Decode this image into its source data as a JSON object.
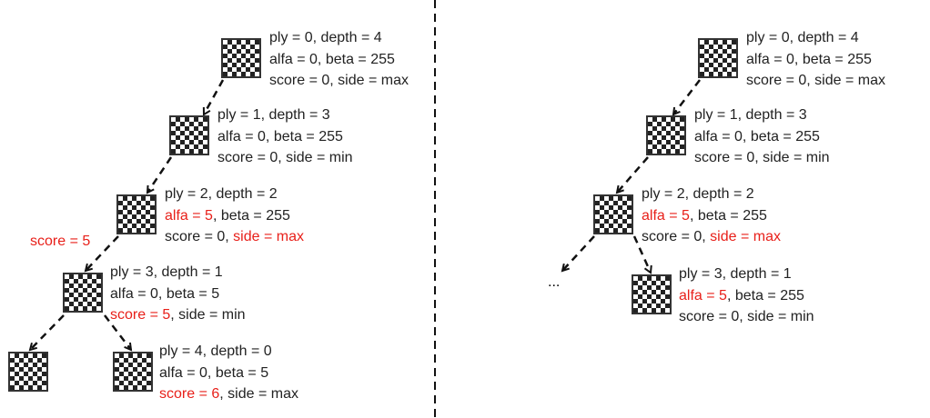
{
  "colors": {
    "highlight": "#e8201a",
    "text": "#222222"
  },
  "left_tree": {
    "nodes": [
      {
        "id": "l0",
        "lines": [
          [
            {
              "t": "ply = 0, depth = 4"
            }
          ],
          [
            {
              "t": "alfa = 0, beta = 255"
            }
          ],
          [
            {
              "t": "score = 0, side = max"
            }
          ]
        ]
      },
      {
        "id": "l1",
        "lines": [
          [
            {
              "t": "ply = 1, depth = 3"
            }
          ],
          [
            {
              "t": "alfa = 0, beta = 255"
            }
          ],
          [
            {
              "t": "score = 0, side = min"
            }
          ]
        ]
      },
      {
        "id": "l2",
        "lines": [
          [
            {
              "t": "ply = 2, depth = 2"
            }
          ],
          [
            {
              "t": "alfa = 5",
              "red": true
            },
            {
              "t": ", beta = 255"
            }
          ],
          [
            {
              "t": "score = 0, "
            },
            {
              "t": "side = max",
              "red": true
            }
          ]
        ]
      },
      {
        "id": "l3",
        "lines": [
          [
            {
              "t": "ply = 3, depth = 1"
            }
          ],
          [
            {
              "t": "alfa = 0, beta = 5"
            }
          ],
          [
            {
              "t": "score = 5",
              "red": true
            },
            {
              "t": ", side = min"
            }
          ]
        ]
      },
      {
        "id": "l4a",
        "lines": []
      },
      {
        "id": "l4b",
        "lines": [
          [
            {
              "t": "ply = 4, depth = 0"
            }
          ],
          [
            {
              "t": "alfa = 0, beta = 5"
            }
          ],
          [
            {
              "t": "score = 6",
              "red": true
            },
            {
              "t": ", side = max"
            }
          ]
        ]
      }
    ],
    "returned_score": "score = 5"
  },
  "right_tree": {
    "nodes": [
      {
        "id": "r0",
        "lines": [
          [
            {
              "t": "ply = 0, depth = 4"
            }
          ],
          [
            {
              "t": "alfa = 0, beta = 255"
            }
          ],
          [
            {
              "t": "score = 0, side = max"
            }
          ]
        ]
      },
      {
        "id": "r1",
        "lines": [
          [
            {
              "t": "ply = 1, depth = 3"
            }
          ],
          [
            {
              "t": "alfa = 0, beta = 255"
            }
          ],
          [
            {
              "t": "score = 0, side = min"
            }
          ]
        ]
      },
      {
        "id": "r2",
        "lines": [
          [
            {
              "t": "ply = 2, depth = 2"
            }
          ],
          [
            {
              "t": "alfa = 5",
              "red": true
            },
            {
              "t": ", beta = 255"
            }
          ],
          [
            {
              "t": "score = 0, "
            },
            {
              "t": "side = max",
              "red": true
            }
          ]
        ]
      },
      {
        "id": "r3",
        "lines": [
          [
            {
              "t": "ply = 3, depth = 1"
            }
          ],
          [
            {
              "t": "alfa = 5",
              "red": true
            },
            {
              "t": ", beta = 255"
            }
          ],
          [
            {
              "t": "score = 0, side = min"
            }
          ]
        ]
      }
    ],
    "ellipsis": "..."
  }
}
